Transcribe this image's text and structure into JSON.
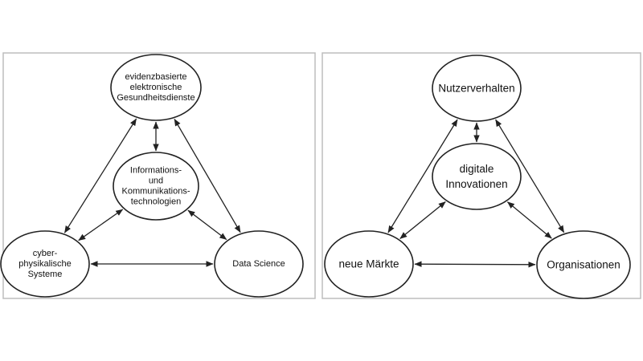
{
  "diagrams": [
    {
      "nodes": [
        {
          "id": "top",
          "lines": [
            "evidenzbasierte",
            "elektronische",
            "Gesundheitsdienste"
          ]
        },
        {
          "id": "center",
          "lines": [
            "Informations-",
            "und",
            "Kommunikations-",
            "technologien"
          ]
        },
        {
          "id": "left",
          "lines": [
            "cyber-",
            "physikalische",
            "Systeme"
          ]
        },
        {
          "id": "right",
          "lines": [
            "Data Science"
          ]
        }
      ],
      "edges": [
        {
          "from": "top",
          "to": "center",
          "arrows": "both"
        },
        {
          "from": "top",
          "to": "left",
          "arrows": "both"
        },
        {
          "from": "top",
          "to": "right",
          "arrows": "both"
        },
        {
          "from": "center",
          "to": "left",
          "arrows": "both"
        },
        {
          "from": "center",
          "to": "right",
          "arrows": "both"
        },
        {
          "from": "left",
          "to": "right",
          "arrows": "both"
        }
      ]
    },
    {
      "nodes": [
        {
          "id": "top",
          "lines": [
            "Nutzerverhalten"
          ]
        },
        {
          "id": "center",
          "lines": [
            "digitale",
            "Innovationen"
          ]
        },
        {
          "id": "left",
          "lines": [
            "neue Märkte"
          ]
        },
        {
          "id": "right",
          "lines": [
            "Organisationen"
          ]
        }
      ],
      "edges": [
        {
          "from": "top",
          "to": "center",
          "arrows": "both"
        },
        {
          "from": "top",
          "to": "left",
          "arrows": "both"
        },
        {
          "from": "top",
          "to": "right",
          "arrows": "both"
        },
        {
          "from": "center",
          "to": "left",
          "arrows": "both"
        },
        {
          "from": "center",
          "to": "right",
          "arrows": "both"
        },
        {
          "from": "left",
          "to": "right",
          "arrows": "both"
        }
      ]
    }
  ],
  "colors": {
    "stroke": "#222222",
    "frame": "#bdbdbd",
    "background": "#ffffff"
  }
}
